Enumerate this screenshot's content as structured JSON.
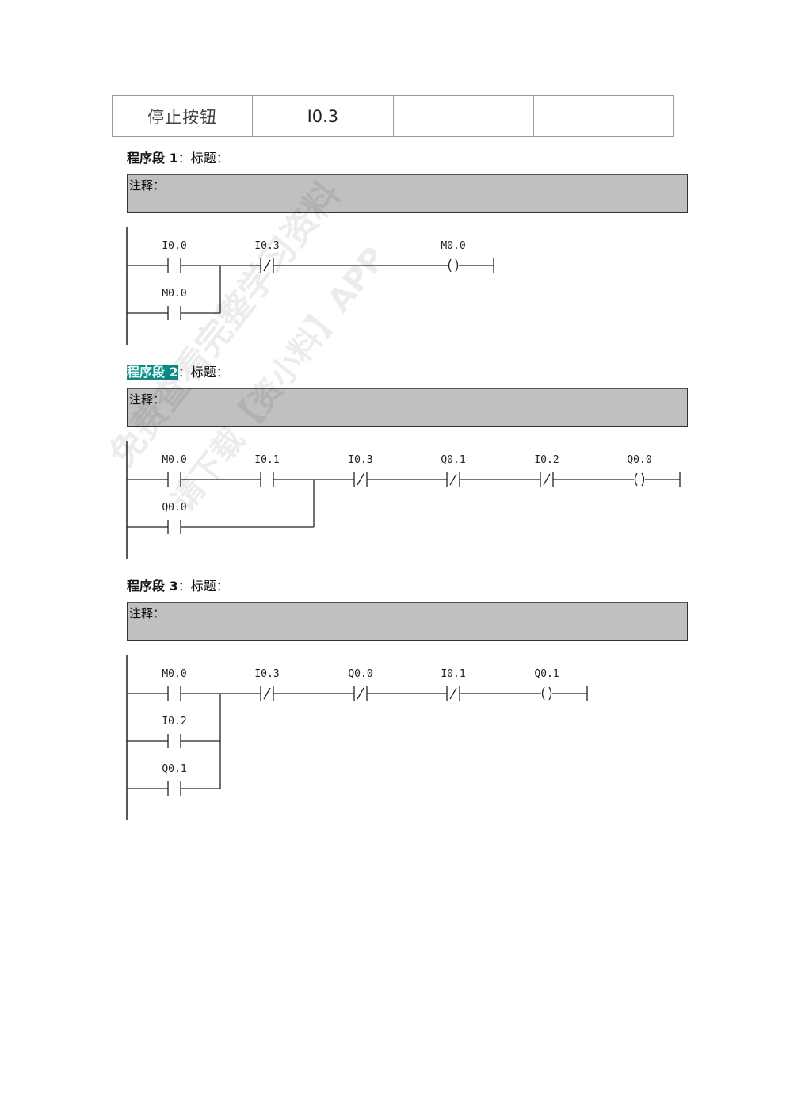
{
  "table": {
    "cells": [
      "停止按钮",
      "I0.3",
      "",
      ""
    ]
  },
  "segments": [
    {
      "prefix": "程序段",
      "number": "1",
      "title_label": "：标题：",
      "highlight": false,
      "comment_label": "注释：",
      "main": [
        {
          "type": "NO",
          "label": "I0.0"
        },
        {
          "type": "NC",
          "label": "I0.3"
        }
      ],
      "coil": {
        "label": "M0.0"
      },
      "branches": [
        {
          "type": "NO",
          "label": "M0.0"
        }
      ]
    },
    {
      "prefix": "程序段",
      "number": "2",
      "title_label": "：标题：",
      "highlight": true,
      "comment_label": "注释：",
      "main": [
        {
          "type": "NO",
          "label": "M0.0"
        },
        {
          "type": "NO",
          "label": "I0.1"
        },
        {
          "type": "NC",
          "label": "I0.3"
        },
        {
          "type": "NC",
          "label": "Q0.1"
        },
        {
          "type": "NC",
          "label": "I0.2"
        }
      ],
      "coil": {
        "label": "Q0.0"
      },
      "branches": [
        {
          "type": "NO",
          "label": "Q0.0"
        }
      ]
    },
    {
      "prefix": "程序段",
      "number": "3",
      "title_label": "：标题：",
      "highlight": false,
      "comment_label": "注释：",
      "main": [
        {
          "type": "NO",
          "label": "M0.0"
        },
        {
          "type": "NC",
          "label": "I0.3"
        },
        {
          "type": "NC",
          "label": "Q0.0"
        },
        {
          "type": "NC",
          "label": "I0.1"
        }
      ],
      "coil": {
        "label": "Q0.1"
      },
      "branches": [
        {
          "type": "NO",
          "label": "I0.2"
        },
        {
          "type": "NO",
          "label": "Q0.1"
        }
      ]
    }
  ],
  "watermark": {
    "line1": "免费查看完整学习资料",
    "line2": "请下载【资小料】APP"
  }
}
